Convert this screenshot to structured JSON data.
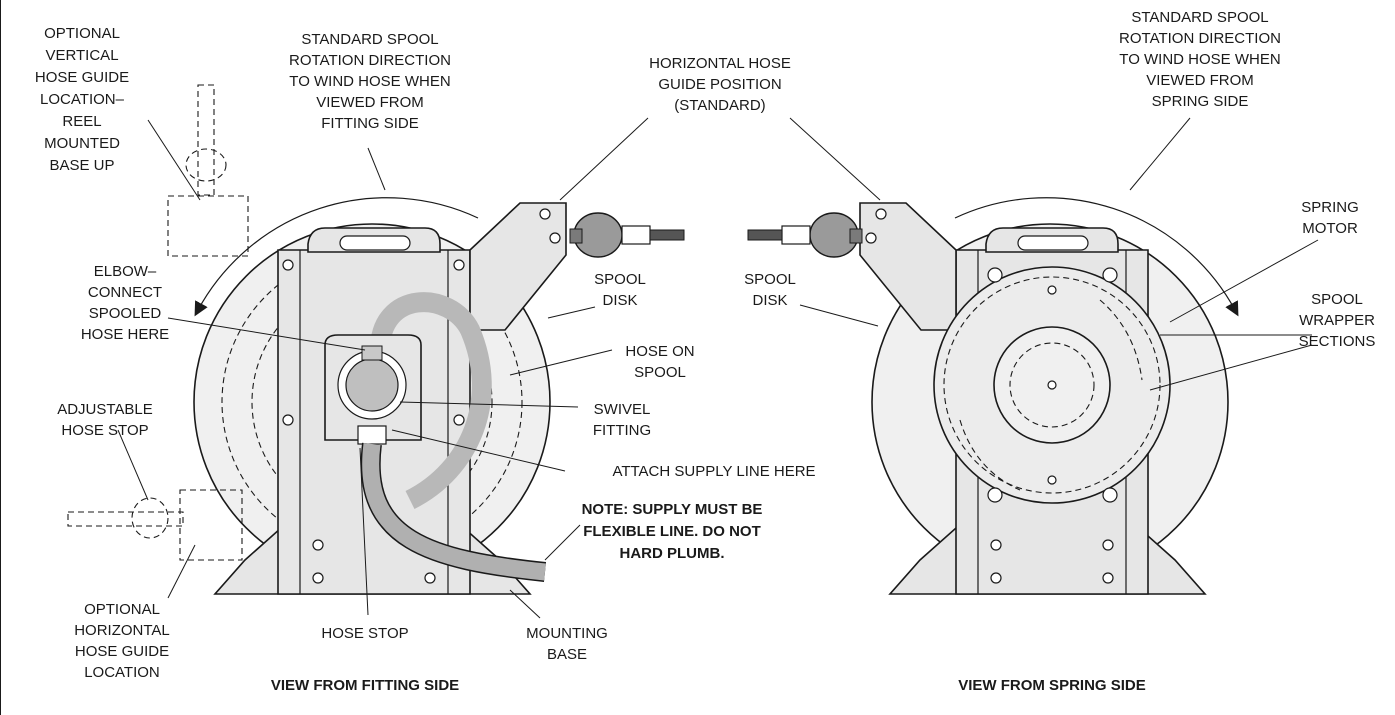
{
  "labels": {
    "optional_vertical": [
      "OPTIONAL",
      "VERTICAL",
      "HOSE GUIDE",
      "LOCATION–",
      "REEL",
      "MOUNTED",
      "BASE UP"
    ],
    "rotation_fitting": [
      "STANDARD SPOOL",
      "ROTATION DIRECTION",
      "TO WIND HOSE WHEN",
      "VIEWED FROM",
      "FITTING SIDE"
    ],
    "horizontal_guide": [
      "HORIZONTAL HOSE",
      "GUIDE POSITION",
      "(STANDARD)"
    ],
    "rotation_spring": [
      "STANDARD SPOOL",
      "ROTATION DIRECTION",
      "TO WIND HOSE WHEN",
      "VIEWED FROM",
      "SPRING SIDE"
    ],
    "elbow": [
      "ELBOW–",
      "CONNECT",
      "SPOOLED",
      "HOSE HERE"
    ],
    "spool_disk_left": [
      "SPOOL",
      "DISK"
    ],
    "spool_disk_right": [
      "SPOOL",
      "DISK"
    ],
    "spring_motor": [
      "SPRING",
      "MOTOR"
    ],
    "spool_wrapper": [
      "SPOOL",
      "WRAPPER",
      "SECTIONS"
    ],
    "hose_on_spool": [
      "HOSE ON",
      "SPOOL"
    ],
    "adjustable_stop": [
      "ADJUSTABLE",
      "HOSE STOP"
    ],
    "swivel": [
      "SWIVEL",
      "FITTING"
    ],
    "attach_supply": [
      "ATTACH SUPPLY LINE HERE"
    ],
    "note": [
      "NOTE: SUPPLY MUST BE",
      "FLEXIBLE LINE.  DO NOT",
      "HARD PLUMB."
    ],
    "optional_horizontal": [
      "OPTIONAL",
      "HORIZONTAL",
      "HOSE GUIDE",
      "LOCATION"
    ],
    "hose_stop": [
      "HOSE STOP"
    ],
    "mounting_base": [
      "MOUNTING",
      "BASE"
    ],
    "view_fitting": "VIEW FROM FITTING SIDE",
    "view_spring": "VIEW FROM SPRING SIDE"
  }
}
